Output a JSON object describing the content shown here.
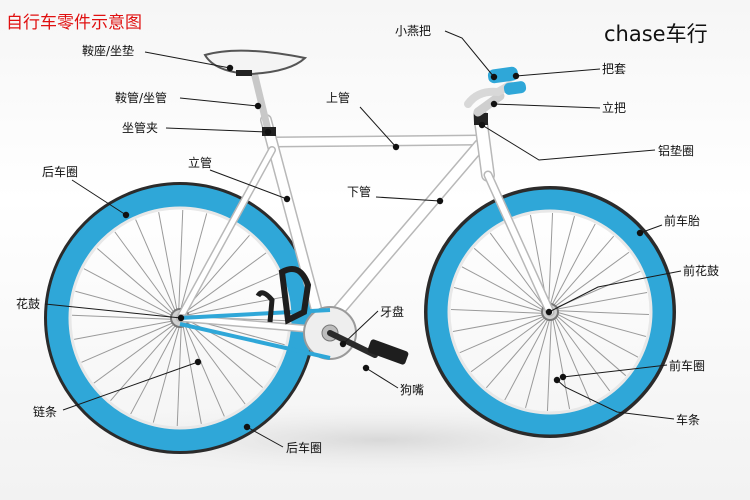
{
  "title": "自行车零件示意图",
  "brand": "chase车行",
  "labels": {
    "saddle": "鞍座/坐垫",
    "seatpost": "鞍管/坐管",
    "seat_clamp": "坐管夹",
    "rear_rim_top": "后车圈",
    "seat_tube": "立管",
    "rear_hub": "花鼓",
    "chain": "链条",
    "rear_rim_bottom": "后车圈",
    "handlebar": "小燕把",
    "grip": "把套",
    "stem": "立把",
    "headset_spacer": "铝垫圈",
    "top_tube": "上管",
    "down_tube": "下管",
    "front_tire": "前车胎",
    "front_hub": "前花鼓",
    "chainring": "牙盘",
    "pedal": "狗嘴",
    "front_rim": "前车圈",
    "spokes": "车条"
  },
  "colors": {
    "rim": "#2fa7d8",
    "frame": "#ffffff",
    "title": "#e01010"
  }
}
